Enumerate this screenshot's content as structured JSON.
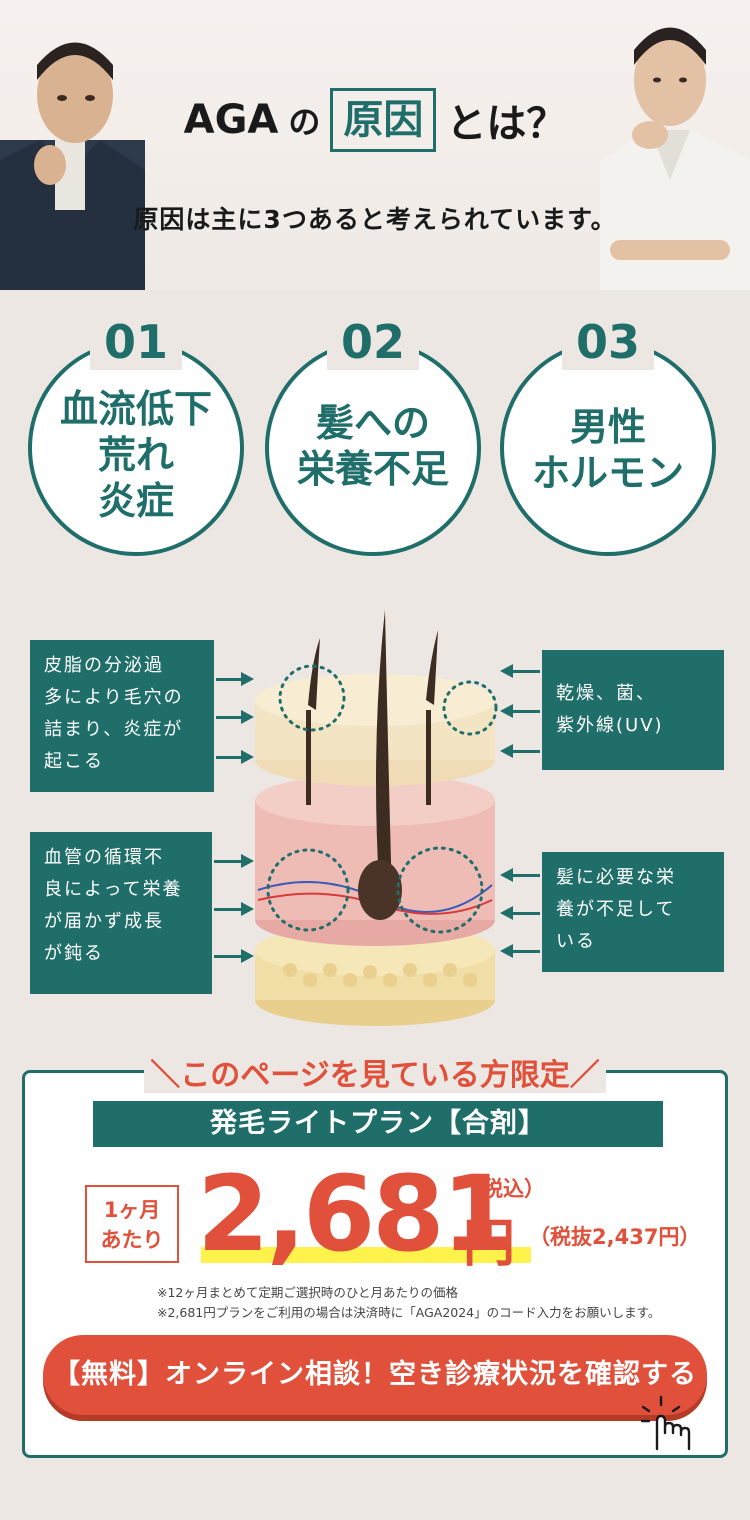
{
  "header": {
    "title_prefix": "AGA",
    "title_no": "の",
    "title_boxed": "原因",
    "title_suffix": "とは？",
    "subtitle": "原因は主に3つあると考えられています。"
  },
  "causes": [
    {
      "number": "01",
      "text": [
        "血流低下",
        "荒れ",
        "炎症"
      ]
    },
    {
      "number": "02",
      "text": [
        "髪への",
        "栄養不足"
      ]
    },
    {
      "number": "03",
      "text": [
        "男性",
        "ホルモン"
      ]
    }
  ],
  "diagram": {
    "callout_top_left": [
      "皮脂の分泌過",
      "多により毛穴の",
      "詰まり、炎症が",
      "起こる"
    ],
    "callout_top_right": [
      "乾燥、菌、",
      "紫外線(UV)"
    ],
    "callout_bottom_left": [
      "血管の循環不",
      "良によって栄養",
      "が届かず成長",
      "が鈍る"
    ],
    "callout_bottom_right": [
      "髪に必要な栄",
      "養が不足して",
      "いる"
    ]
  },
  "offer": {
    "limited_label": "＼このページを見ている方限定／",
    "plan_name": "発毛ライトプラン【合剤】",
    "per_month": [
      "1ヶ月",
      "あたり"
    ],
    "price": "2,681",
    "yen": "円",
    "tax_included": "（税込）",
    "tax_excluded": "（税抜2,437円）",
    "note1": "※12ヶ月まとめて定期ご選択時のひと月あたりの価格",
    "note2": "※2,681円プランをご利用の場合は決済時に「AGA2024」のコード入力をお願いします。",
    "cta_label": "【無料】オンライン相談！空き診療状況を確認する"
  },
  "colors": {
    "teal": "#1f6e6a",
    "accent": "#e0503a",
    "highlight": "#fff24a",
    "background": "#ede7e3"
  }
}
